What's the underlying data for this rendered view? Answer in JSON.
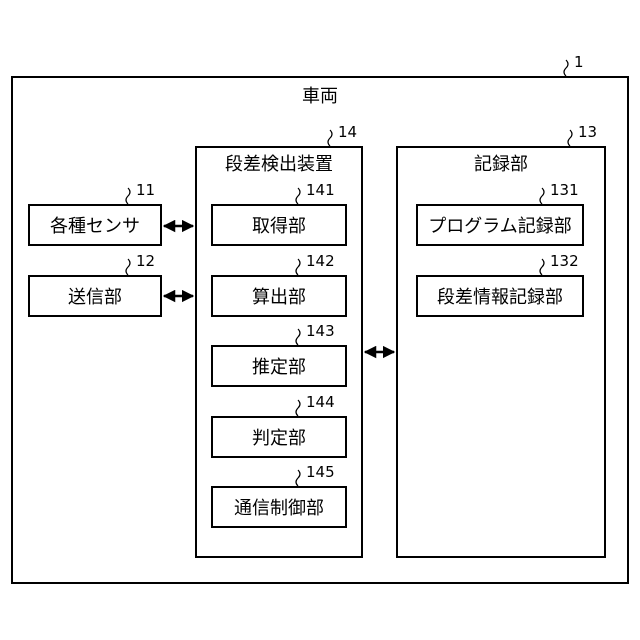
{
  "vehicle": {
    "title": "車両",
    "ref": "1"
  },
  "step_detector": {
    "title": "段差検出装置",
    "ref": "14",
    "units": [
      {
        "label": "取得部",
        "ref": "141"
      },
      {
        "label": "算出部",
        "ref": "142"
      },
      {
        "label": "推定部",
        "ref": "143"
      },
      {
        "label": "判定部",
        "ref": "144"
      },
      {
        "label": "通信制御部",
        "ref": "145"
      }
    ]
  },
  "sensors": {
    "label": "各種センサ",
    "ref": "11"
  },
  "transmitter": {
    "label": "送信部",
    "ref": "12"
  },
  "recorder": {
    "title": "記録部",
    "ref": "13",
    "items": [
      {
        "label": "プログラム記録部",
        "ref": "131"
      },
      {
        "label": "段差情報記録部",
        "ref": "132"
      }
    ]
  }
}
